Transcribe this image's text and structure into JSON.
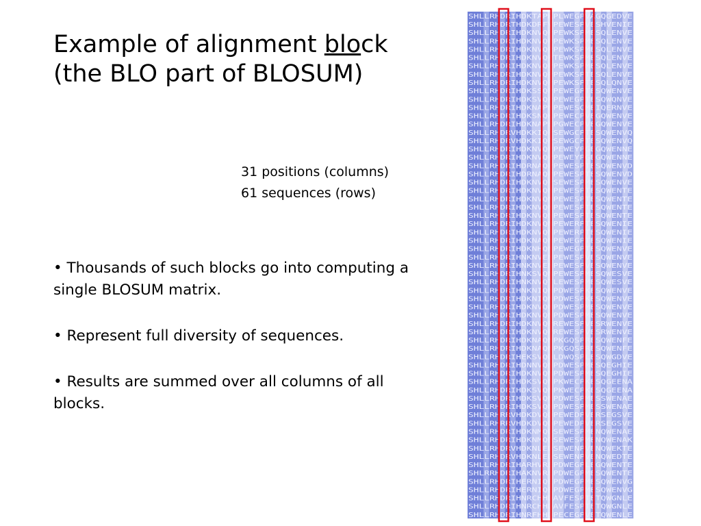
{
  "title": {
    "line1_prefix": "Example of alignment ",
    "line1_underlined": "blo",
    "line1_suffix": "ck",
    "line2": "(the BLO part of BLOSUM)"
  },
  "stats": {
    "positions": "31 positions (columns)",
    "sequences": "61 sequences (rows)"
  },
  "bullets": [
    "• Thousands of such blocks go into computing a single BLOSUM matrix.",
    "• Represent full diversity of sequences.",
    "• Results are summed over all columns of all blocks."
  ],
  "alignment": {
    "rows": [
      "SHLLRHDRIHDKTAPKPLWEGPVAGQGEDVE",
      "SHLLRHDRTHDKDRFVPEWESPVESHVENIE",
      "SHLLRHDRIHDKNVQPPEWKSPMESQLENVE",
      "SHLLRHDRIHDKNVQPPEWKSPMESQLENVE",
      "SHLLRHDRIHDKNVQPPEWKSPMESQLENVE",
      "SHLLRHDRIHDKNVQPTEWKSPMESQLENVE",
      "SHLLRHDRIHDKNVQPPEWKSPMESQLENVE",
      "SHLLRHDRIHDKNVQPPEWKSPTESQLENVE",
      "SHLLRHDRIHDKNVQPPEWKSPTESQLQNVE",
      "SHLLRHDRIHDKSSQPPEWEGPTESQWENVE",
      "SHLLRHDRIHDKSVQPPEWEGPTESQWQNVE",
      "SHLLRHDRIHDKNAPNPEWESCMEIQERNVE",
      "SHLLRHDRIHDKSNQKPEWECPVEGQWENVE",
      "SHLLRHDRIHDKNAPEPGWECPVEGQWENVE",
      "SHLLRHDRVHDKKIQPSEWGCPTESQWENVQ",
      "SHLLRHDRVHDKKIQPSEWGCPTESQWENVQ",
      "SHLLRHDRIHDKNVQPPEWEYPGEGQWENNE",
      "SHLLRHDRIHDKNVQPPEWEYPGEGQWENNE",
      "SHLLRHDRIHDRNAQPPEWESPTESQWENVD",
      "SHLLRHDRIHDRNAQPPEWESPTESQWENVD",
      "SHLLRHDRIHDKNVQPSEWESPMESQWENVE",
      "SHLLRHDRIHDKNVQNPEWESPTESQWENTE",
      "SHLLRHDRIHDKNVQNPEWESPTESQWENTE",
      "SHLLRHDRIHDKNVQNPEWESPTESQWENTE",
      "SHLLRHDRIHDKNVQNPEWESPTESQWENTE",
      "SHLLRHDRIHDKNVQNPEWERPTESQWENIE",
      "SHLLRHDRIHDKNVQNPEWERPTESQWENIE",
      "SHLLRHDRIHDKNAQNPEWEGPTESQWENIE",
      "SHLLRHDRIHDKNHQNPEWEGPTESQWENVE",
      "SHLLRHDRIHNKNVENPEWESPVESQWENVE",
      "SHLLRHDRIHNKNVENPEWESPVESQWENVE",
      "SHLLRHDRIHNKSVQNPEWESPMESQWESVE",
      "SHLLRHDRIHNKNVQTLEWESPMESQWESVE",
      "SHLLRHDRIHNKNIQNPDWESPKESQWENVE",
      "SHLLRHDRIHDKNIQNPDWESPKESQWENVE",
      "SHLLRHDRIHDKNVQNPDWESPMESQWENVE",
      "SHLLRHDRIHDKNVQNPDWESPMESQWENVE",
      "SHLLRHDRIHDKNVQPREWESPVESRWENVE",
      "SHLLRHDRIHDKNVQPREWESPVESRWENVE",
      "SHLLRHDRIHDKNAQNPKGQSPRESQWENFE",
      "SHLLRHDRIHDKNAQNPKGQSPRESQWENFE",
      "SHLLRHDRIHEKSVQDLDWQSPLESQWGDVE",
      "SHLLRHDRIHDNNVQNPDWESPMESQEGHIE",
      "SHLLRHDRIHDKNVQNPDWESPMESQEGHIE",
      "SHLLRHDRIHDKSVQNPKWECPKESQGEENAE",
      "SHLLRHDRIHDKSVQNPKWECPKESQGEENAE",
      "SHLLRHDRIHDKSVQNPDWESPMESSWENAE",
      "SHLLRHDRIHDKSVQNPDWESPMESSWENAE",
      "SHLLRHRRVHDKDVQDPEWEDPVERSEGSVE",
      "SHLLRHRRVHDKDVQDPEWEDPVERSEGSVE",
      "SHLLRHDRIHDKNMQDSEWESPMENQWENAE",
      "SHLLRHDRIHDKNMQDSEWESPMENQWENAK",
      "SHLLRHDRVHDKNLEDSEWENPVENQWEKTE",
      "SHLLRHDRVHDKNLEDSEWENPVENQWEDTE",
      "SHLLRHDRIHARHVREPDWEGPLEGQWENTE",
      "SHLRRHDRIHAKNVREPDWEGPMESQWENTE",
      "SHLLRHDRIHERNIQEPDWEGPMESQWENVG",
      "SHLLRHDRIHERNIQEPDWEGPMESQWENVG",
      "SHLLRHDRIHNRCHHDAVFESPTETQWGNLE",
      "SHLLRHDRIHNRCHHDAVFESPTETQWGNLE",
      "SHLLRHDRIHNRFHHDPECEGPVETQWENLE"
    ],
    "highlight_columns": [
      6,
      14,
      22
    ],
    "colors": {
      "conserved": "#6f7fd8",
      "high": "#9aa6e6",
      "medium": "#c4cbf1",
      "low": "#e3e6f8",
      "text": "#eef0ff",
      "box": "#e0101c"
    }
  }
}
